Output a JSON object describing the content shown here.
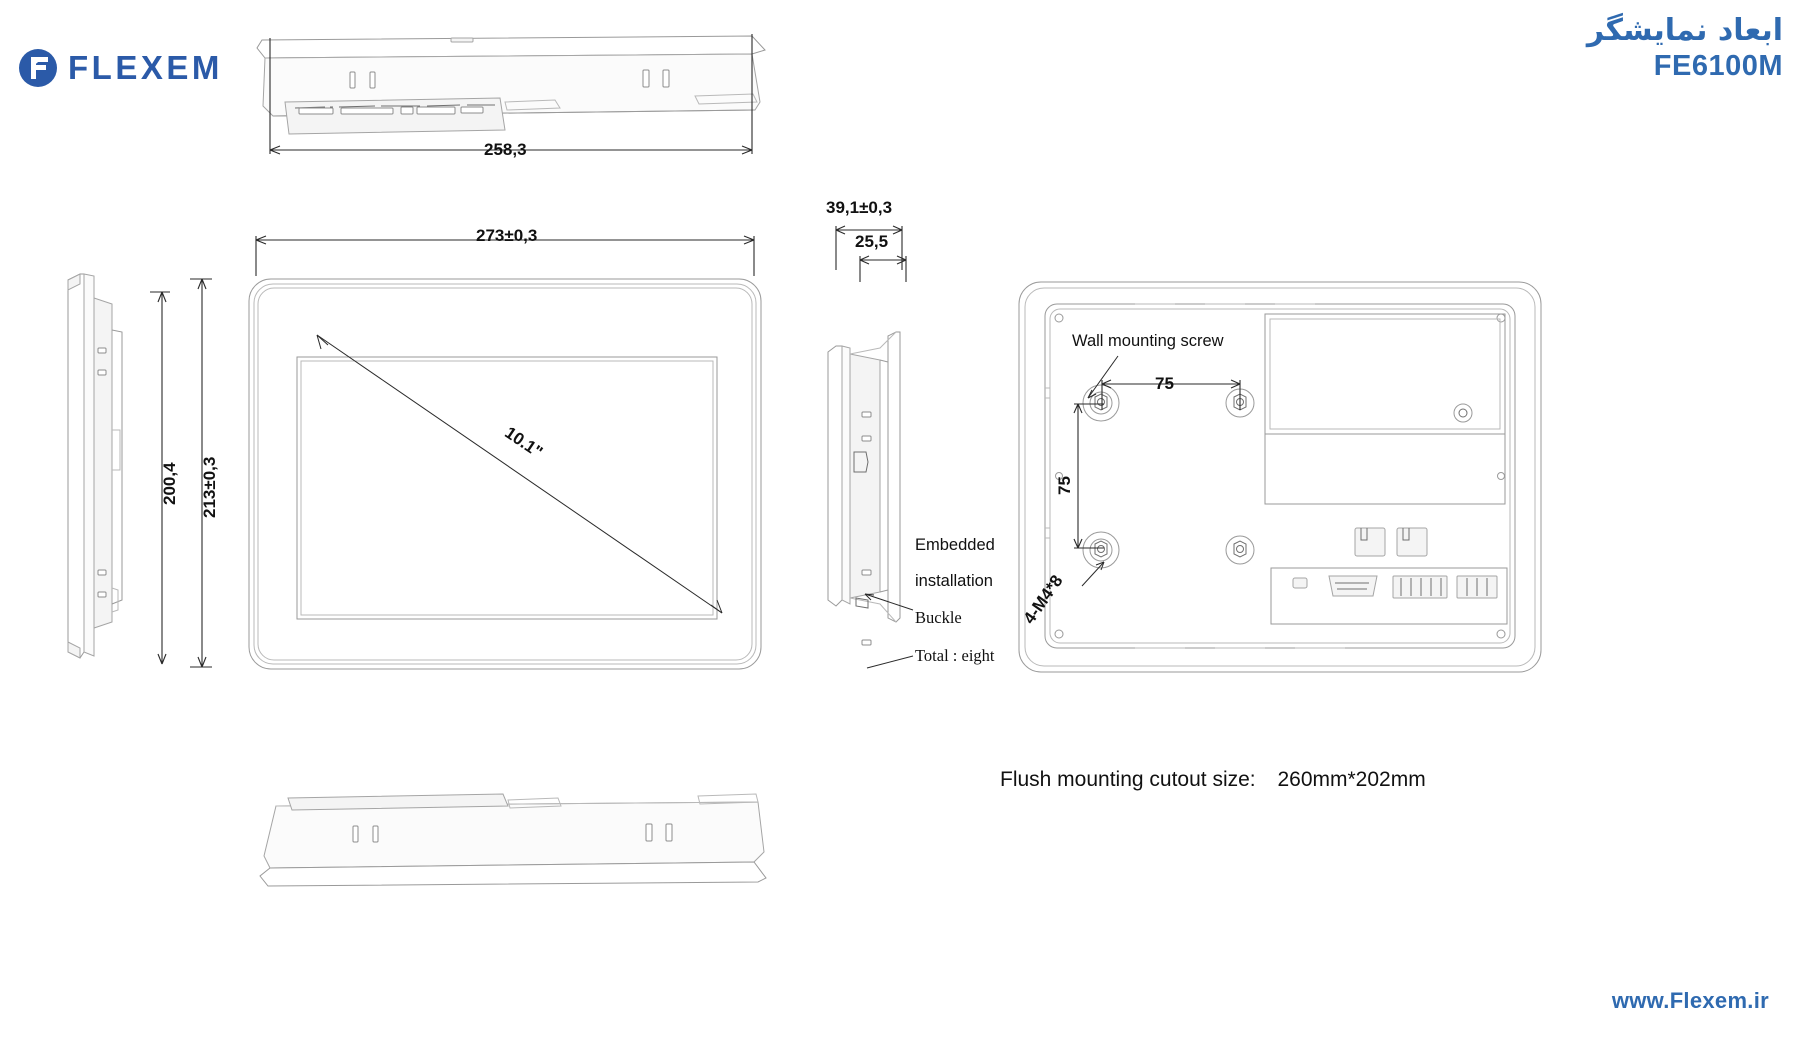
{
  "brand": {
    "wordmark": "FLEXEM",
    "logo_icon": "flexem-circle-f-logo",
    "accent_color": "#2b5aa8"
  },
  "title": {
    "persian": "ابعاد نمایشگر",
    "model": "FE6100M",
    "color": "#2f6ab0"
  },
  "footer": {
    "website": "www.Flexem.ir"
  },
  "views": {
    "top_view": {
      "name": "top-view",
      "dimension_width": "258,3"
    },
    "front_view": {
      "name": "front-view",
      "dimension_width": "273±0,3",
      "dimension_height_outer": "213±0,3",
      "dimension_height_inner": "200,4",
      "screen_diagonal": "10.1\""
    },
    "side_view": {
      "name": "side-view",
      "dimension_depth_total": "39,1±0,3",
      "dimension_depth_body": "25,5",
      "annotations": [
        "Embedded",
        "installation",
        "Buckle",
        "Total : eight"
      ]
    },
    "rear_view": {
      "name": "rear-view",
      "wall_mounting_label": "Wall mounting screw",
      "dimension_horizontal": "75",
      "dimension_vertical": "75",
      "thread_spec": "4-M4*8"
    },
    "bottom_view": {
      "name": "bottom-view"
    }
  },
  "notes": {
    "flush_label": "Flush mounting cutout size:",
    "flush_value": "260mm*202mm"
  }
}
